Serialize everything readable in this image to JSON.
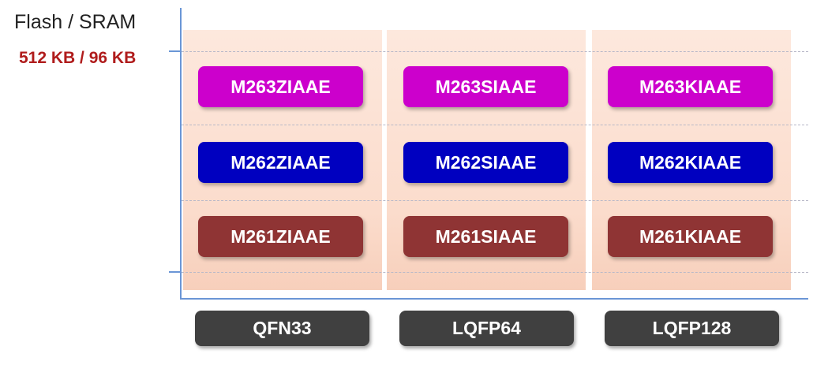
{
  "y_axis": {
    "title": "Flash / SRAM",
    "value": "512 KB / 96 KB",
    "value_color": "#b01c1c"
  },
  "series_colors": {
    "M263": "#cc00cc",
    "M262": "#0000c0",
    "M261": "#8f3434"
  },
  "rows": [
    {
      "series": "M263",
      "parts": [
        "M263ZIAAE",
        "M263SIAAE",
        "M263KIAAE"
      ]
    },
    {
      "series": "M262",
      "parts": [
        "M262ZIAAE",
        "M262SIAAE",
        "M262KIAAE"
      ]
    },
    {
      "series": "M261",
      "parts": [
        "M261ZIAAE",
        "M261SIAAE",
        "M261KIAAE"
      ]
    }
  ],
  "packages": [
    "QFN33",
    "LQFP64",
    "LQFP128"
  ]
}
